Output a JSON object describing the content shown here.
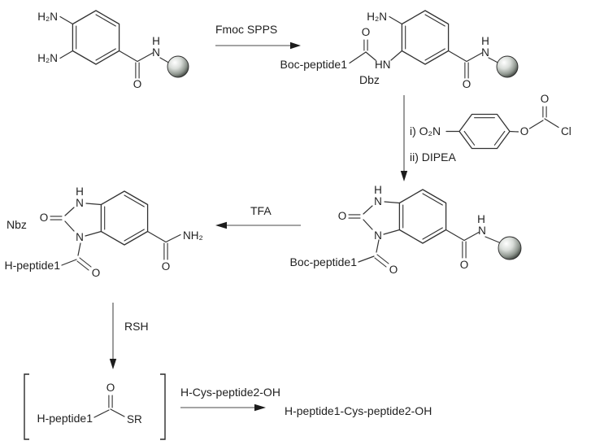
{
  "colors": {
    "background": "#ffffff",
    "line": "#333333",
    "text": "#1f1f1f",
    "bead_highlight": "#ffffff",
    "bead_mid": "#9aa19a",
    "bead_shadow": "#3c413c"
  },
  "atoms": {
    "O": "O",
    "N": "N",
    "H": "H",
    "HN": "HN",
    "H2N": "H₂N",
    "NH2": "NH₂",
    "SR": "SR",
    "Cl": "Cl"
  },
  "labels": {
    "step1": "Fmoc SPPS",
    "dbz": "Dbz",
    "reagent_i": "i) O₂N",
    "reagent_ii": "ii) DIPEA",
    "tfa": "TFA",
    "nbz": "Nbz",
    "rsh": "RSH",
    "boc_peptide1": "Boc-peptide1",
    "h_peptide1": "H-peptide1",
    "ligation_reagent": "H-Cys-peptide2-OH",
    "product": "H-peptide1-Cys-peptide2-OH"
  }
}
